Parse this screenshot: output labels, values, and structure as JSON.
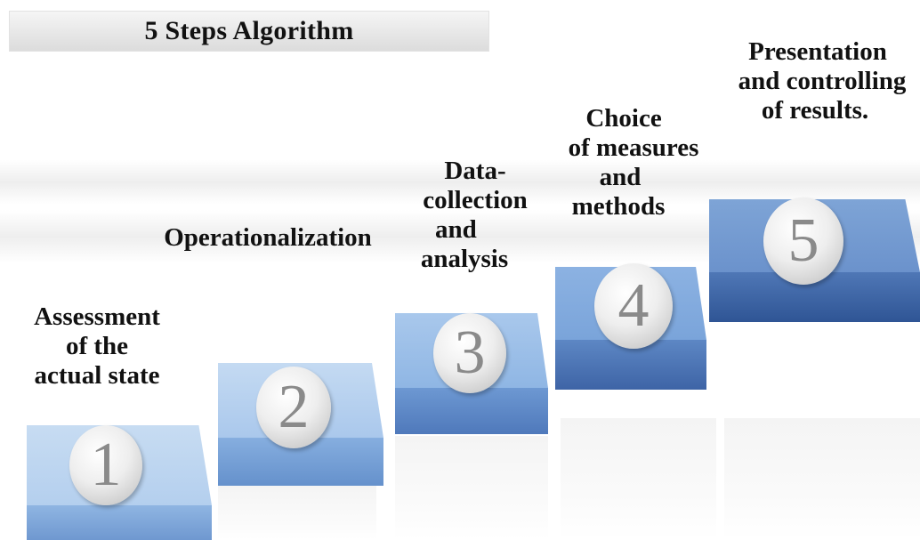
{
  "title": "5 Steps Algorithm",
  "steps": [
    {
      "number": "1",
      "label_lines": [
        "Assessment",
        "of the",
        "actual state"
      ]
    },
    {
      "number": "2",
      "label_lines": [
        "Operationalization"
      ]
    },
    {
      "number": "3",
      "label_lines": [
        "Data-",
        "collection",
        "and",
        "analysis"
      ]
    },
    {
      "number": "4",
      "label_lines": [
        "Choice",
        "of measures",
        "and",
        "methods"
      ]
    },
    {
      "number": "5",
      "label_lines": [
        "Presentation",
        "and controlling",
        "of results."
      ]
    }
  ],
  "colors": {
    "step_light": "#c9ddf3",
    "step_mid": "#7fa7d8",
    "step_dark": "#3f66a8",
    "text": "#111111"
  }
}
